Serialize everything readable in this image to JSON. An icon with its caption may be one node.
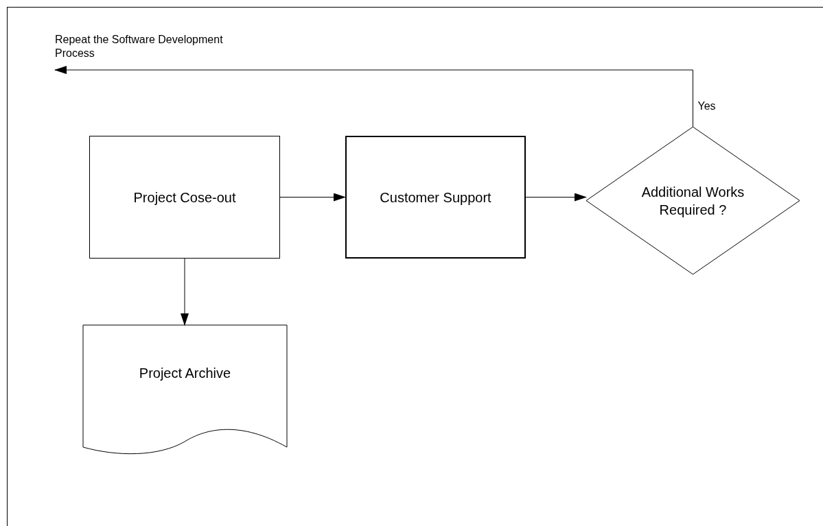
{
  "diagram": {
    "nodes": [
      {
        "text": [
          "Project Cose-out"
        ]
      },
      {
        "text": [
          "Customer Support"
        ]
      },
      {
        "text": [
          "Additional Works Required ?"
        ]
      },
      {
        "text": [
          "Project Archive"
        ]
      },
      {
        "text": [
          "Repeat the Software Development Process"
        ]
      }
    ],
    "edges": [
      {
        "from": 0,
        "to": 1,
        "arrow": "to"
      },
      {
        "from": 1,
        "to": 2,
        "arrow": "to"
      },
      {
        "from": 0,
        "to": 3,
        "arrow": "to"
      },
      {
        "from": 2,
        "to": 4,
        "arrow": "to",
        "label": "Yes"
      }
    ]
  }
}
